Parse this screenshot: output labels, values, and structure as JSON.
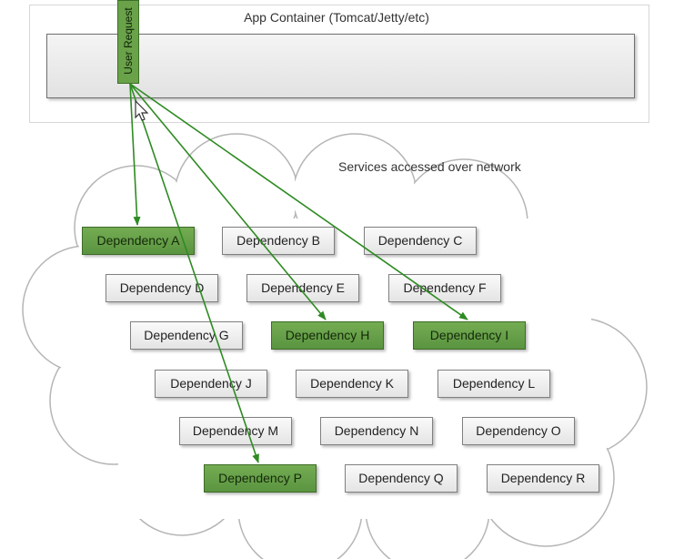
{
  "container": {
    "title": "App Container (Tomcat/Jetty/etc)"
  },
  "user_request": {
    "label": "User Request"
  },
  "network": {
    "label": "Services accessed over network"
  },
  "dependencies": [
    {
      "label": "Dependency A",
      "active": true
    },
    {
      "label": "Dependency B",
      "active": false
    },
    {
      "label": "Dependency C",
      "active": false
    },
    {
      "label": "Dependency D",
      "active": false
    },
    {
      "label": "Dependency E",
      "active": false
    },
    {
      "label": "Dependency F",
      "active": false
    },
    {
      "label": "Dependency G",
      "active": false
    },
    {
      "label": "Dependency H",
      "active": true
    },
    {
      "label": "Dependency I",
      "active": true
    },
    {
      "label": "Dependency J",
      "active": false
    },
    {
      "label": "Dependency K",
      "active": false
    },
    {
      "label": "Dependency L",
      "active": false
    },
    {
      "label": "Dependency M",
      "active": false
    },
    {
      "label": "Dependency N",
      "active": false
    },
    {
      "label": "Dependency O",
      "active": false
    },
    {
      "label": "Dependency P",
      "active": true
    },
    {
      "label": "Dependency Q",
      "active": false
    },
    {
      "label": "Dependency R",
      "active": false
    }
  ],
  "colors": {
    "active": "#6aa24a",
    "arrow": "#2e8b22",
    "inactive": "#ececec"
  },
  "icons": {
    "pointer": "mouse-pointer-icon"
  }
}
